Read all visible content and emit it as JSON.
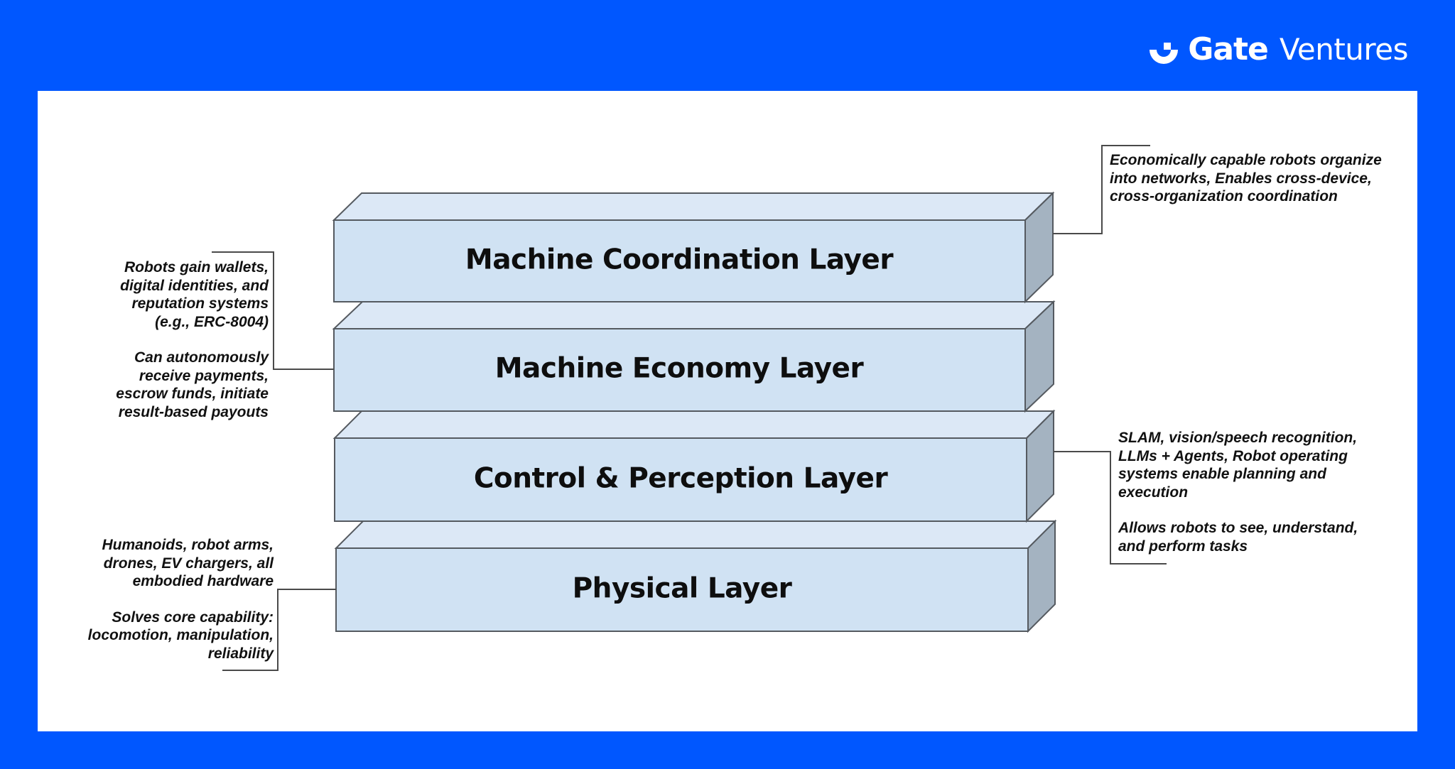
{
  "brand": {
    "name_bold": "Gate",
    "name_light": "Ventures",
    "logo_icon": "gate-logo-icon",
    "color": "#FFFFFF"
  },
  "colors": {
    "background": "#0057FF",
    "panel": "#FFFFFF",
    "layer_front": "#D0E2F3",
    "layer_top": "#DCE8F6",
    "layer_side": "#A4B3C1",
    "text": "#111111"
  },
  "layers": [
    {
      "id": "coordination",
      "label": "Machine Coordination Layer"
    },
    {
      "id": "economy",
      "label": "Machine Economy Layer"
    },
    {
      "id": "control",
      "label": "Control & Perception Layer"
    },
    {
      "id": "physical",
      "label": "Physical Layer"
    }
  ],
  "annotations": {
    "coordination": [
      "Economically capable robots organize into networks, Enables cross-device, cross-organization coordination"
    ],
    "economy": [
      "Robots gain wallets, digital identities, and reputation systems (e.g., ERC-8004)",
      "Can autonomously receive payments, escrow funds, initiate result-based payouts"
    ],
    "control": [
      "SLAM, vision/speech recognition, LLMs + Agents, Robot operating systems enable planning and execution",
      "Allows robots to see, understand, and perform tasks"
    ],
    "physical": [
      "Humanoids, robot arms, drones, EV chargers, all embodied hardware",
      "Solves core capability: locomotion, manipulation, reliability"
    ]
  }
}
